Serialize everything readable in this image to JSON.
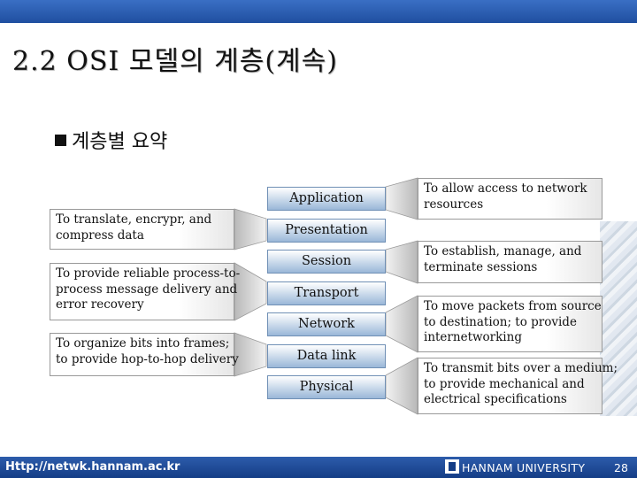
{
  "slide": {
    "title": "2.2 OSI 모델의 계층(계속)",
    "bullet": "계층별 요약"
  },
  "layers": [
    "Application",
    "Presentation",
    "Session",
    "Transport",
    "Network",
    "Data link",
    "Physical"
  ],
  "left_descriptions": [
    {
      "lines": [
        "To translate, encrypr, and",
        "compress data"
      ]
    },
    {
      "lines": [
        "To provide reliable process-to-",
        "process message delivery and",
        "error recovery"
      ]
    },
    {
      "lines": [
        "To organize bits into frames;",
        "to provide hop-to-hop delivery"
      ]
    }
  ],
  "right_descriptions": [
    {
      "lines": [
        "To allow access to network",
        "resources"
      ]
    },
    {
      "lines": [
        "To establish, manage, and",
        "terminate sessions"
      ]
    },
    {
      "lines": [
        "To move packets from source",
        "to destination; to provide",
        "internetworking"
      ]
    },
    {
      "lines": [
        "To transmit bits over a medium;",
        "to provide mechanical and",
        "electrical specifications"
      ]
    }
  ],
  "footer": {
    "url": "Http://netwk.hannam.ac.kr",
    "university": "HANNAM  UNIVERSITY",
    "page": "28"
  },
  "colors": {
    "top_bar": "#1f4fa0",
    "footer": "#143d86",
    "layer_box": "#9ab7d8",
    "wedge": "#c8c8c8"
  }
}
